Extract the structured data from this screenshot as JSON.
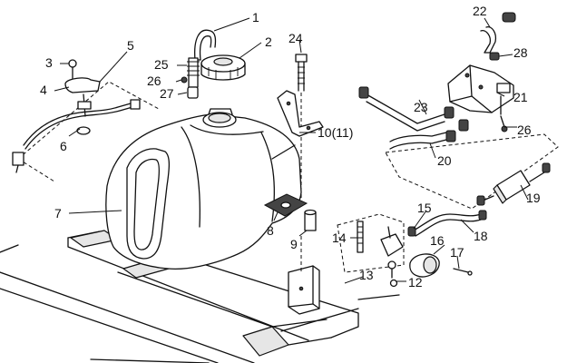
{
  "callouts": {
    "c1": "1",
    "c2": "2",
    "c3": "3",
    "c4": "4",
    "c5": "5",
    "c6": "6",
    "c7": "7",
    "c8": "8",
    "c9": "9",
    "c10": "10(11)",
    "c12": "12",
    "c13": "13",
    "c14": "14",
    "c15": "15",
    "c16": "16",
    "c17": "17",
    "c18": "18",
    "c19": "19",
    "c20": "20",
    "c21": "21",
    "c22": "22",
    "c23": "23",
    "c24": "24",
    "c25": "25",
    "c26a": "26",
    "c26b": "26",
    "c27": "27",
    "c28": "28"
  }
}
